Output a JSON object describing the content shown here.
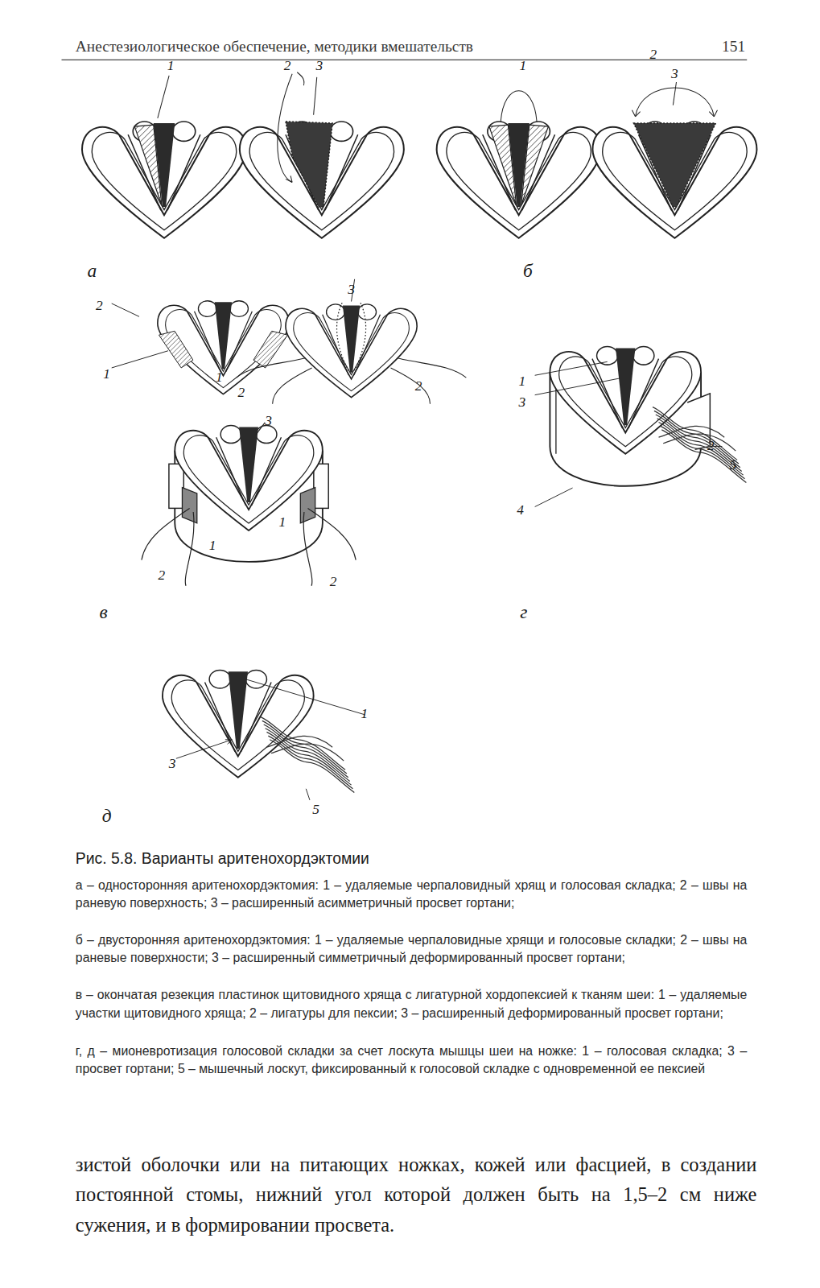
{
  "diagram": {
    "caption": "Рис. 5.8. Варианты аритенохордэктомии",
    "labels": [
      "Анестезиологическое обеспечение, методики вмешательств",
      "151",
      "1",
      "2",
      "3",
      "а",
      "1",
      "2",
      "3",
      "б",
      "3",
      "2",
      "1",
      "1",
      "2",
      "2",
      "3",
      "1",
      "1",
      "2",
      "2",
      "в",
      "1",
      "3",
      "2",
      "5",
      "4",
      "г",
      "1",
      "3",
      "5",
      "д",
      "а – односторонняя аритенохордэктомия: 1 – удаляемые черпаловидный хрящ и голосовая складка; 2 – швы на раневую поверхность; 3 – расширенный асимметричный просвет гортани;",
      "б – двусторонняя аритенохордэктомия: 1 – удаляемые черпаловидные хрящи и голосовые складки; 2 – швы на раневые поверхности; 3 – расширенный симметричный деформированный просвет гортани;",
      "в – окончатая резекция пластинок щитовидного хряща с лигатурной хордопексией к тканям шеи: 1 – удаляемые участки щитовидного хряща; 2 – лигатуры для пексии; 3 – расширенный деформированный просвет гортани;",
      "г, д – мионевротизация голосовой складки за счет лоскута мышцы шеи на ножке: 1 – голосовая складка; 3 – просвет гортани; 5 – мышечный лоскут, фиксированный к голосовой складке с одновременной ее пексией",
      "зистой оболочки или на питающих ножках, кожей или фасцией, в создании постоянной стомы, нижний угол которой должен быть на 1,5–2 см ниже сужения, и в формировании просвета."
    ]
  }
}
